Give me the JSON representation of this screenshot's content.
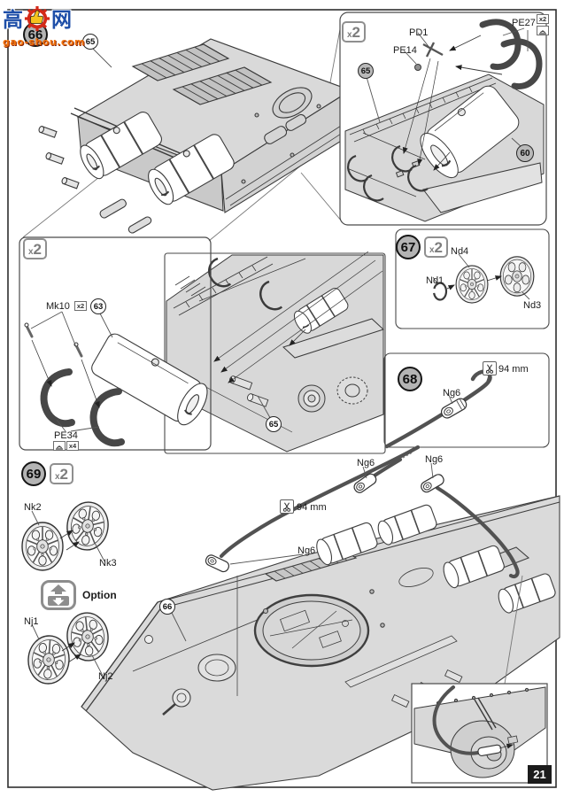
{
  "watermark": {
    "char_left": "高",
    "char_right": "网",
    "site": "gao-shou.com"
  },
  "page": {
    "number": "21"
  },
  "steps": {
    "s66": "66",
    "s67": "67",
    "s68": "68",
    "s69": "69"
  },
  "labels": {
    "multiplier_x2": "x2",
    "qty_x2": "x2",
    "qty_x4": "x4",
    "option": "Option",
    "cable_length": "94 mm"
  },
  "parts": {
    "p60": "60",
    "p63": "63",
    "p65": "65",
    "p66": "66",
    "pd1": "PD1",
    "pe14": "PE14",
    "pe27": "PE27",
    "pe34": "PE34",
    "mk10": "Mk10",
    "nd1": "Nd1",
    "nd3": "Nd3",
    "nd4": "Nd4",
    "ng6": "Ng6",
    "nk2": "Nk2",
    "nk3": "Nk3",
    "nj1": "Nj1",
    "nj2": "Nj2"
  },
  "icons": {
    "cut": "scissors-icon",
    "pe_bend": "pe-bend-icon",
    "option_swap": "swap-arrows-icon",
    "watermark_gear": "gear-thumb-icon"
  },
  "colors": {
    "hull_fill": "#d9d9d9",
    "line": "#3a3a3a",
    "strap_dark": "#474747",
    "step_circle_fill": "#b4b4b4",
    "watermark_blue": "#1d4ea8",
    "watermark_orange": "#f2720c",
    "watermark_red": "#d42a18",
    "page_number_bg": "#1b1b1b"
  }
}
